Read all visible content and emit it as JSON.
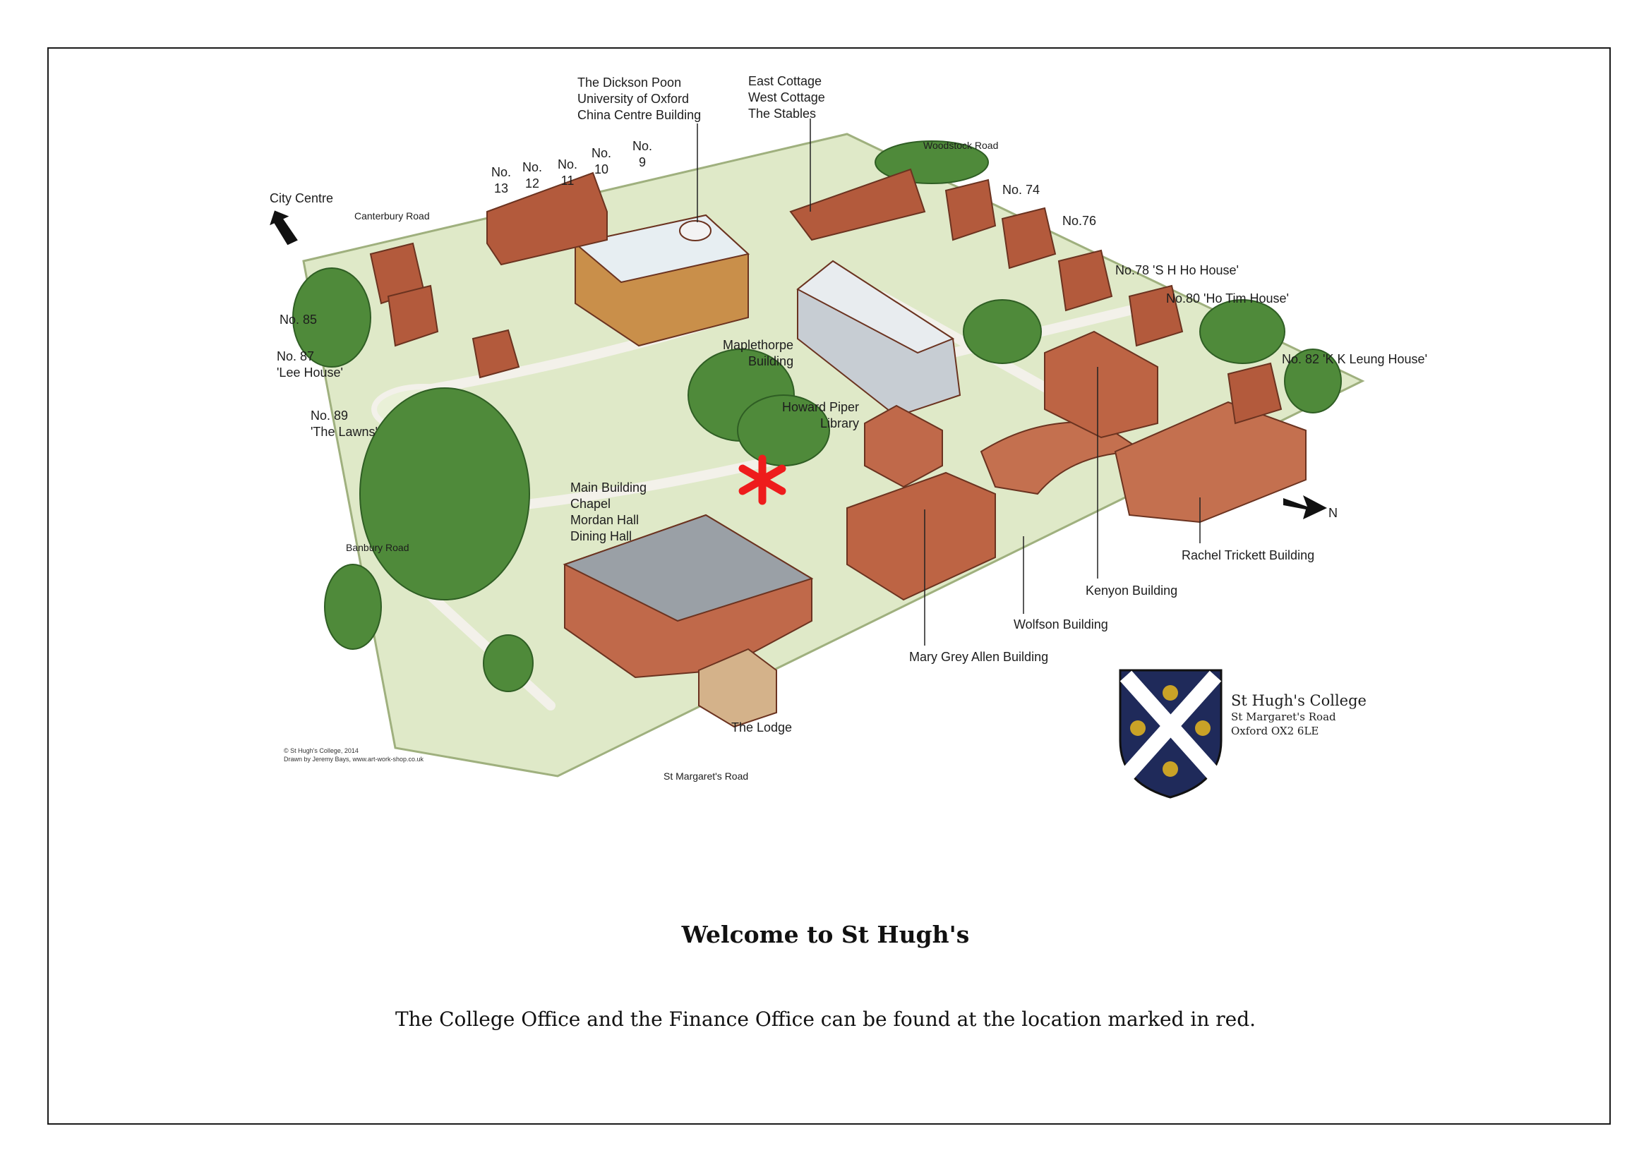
{
  "map": {
    "labels": {
      "china_centre": "The Dickson Poon\nUniversity of Oxford\nChina Centre Building",
      "cottages": "East Cottage\nWest Cottage\nThe Stables",
      "woodstock_road": "Woodstock Road",
      "canterbury_road": "Canterbury Road",
      "city_centre": "City Centre",
      "no13": "No.\n13",
      "no12": "No.\n12",
      "no11": "No.\n11",
      "no10": "No.\n10",
      "no9": "No.\n9",
      "no74": "No. 74",
      "no76": "No.76",
      "no78": "No.78 'S H Ho House'",
      "no80": "No.80 'Ho Tim House'",
      "no82": "No. 82 'K K Leung House'",
      "no85": "No. 85",
      "no87": "No. 87\n'Lee House'",
      "no89": "No. 89\n'The Lawns'",
      "maplethorpe": "Maplethorpe\nBuilding",
      "howard_piper": "Howard Piper\nLibrary",
      "main_building": "Main Building\nChapel\nMordan Hall\nDining Hall",
      "banbury_road": "Banbury Road",
      "north": "N",
      "rachel_trickett": "Rachel Trickett Building",
      "kenyon": "Kenyon Building",
      "wolfson": "Wolfson Building",
      "mary_grey_allen": "Mary Grey Allen Building",
      "lodge": "The Lodge",
      "st_margarets_road": "St Margaret's Road",
      "copyright": "© St Hugh's College, 2014\nDrawn by Jeremy Bays, www.art-work-shop.co.uk"
    },
    "marker_color": "#ee1c1c",
    "icons": [
      "city-centre-arrow-icon",
      "north-arrow-icon",
      "office-marker-asterisk-icon",
      "college-crest-icon"
    ]
  },
  "crest": {
    "name": "St Hugh's College",
    "address_line1": "St Margaret's Road",
    "address_line2": "Oxford  OX2 6LE",
    "colors": {
      "navy": "#1f2a5a",
      "gold": "#c9a227",
      "white": "#ffffff"
    }
  },
  "welcome": "Welcome to St Hugh's",
  "caption": "The College Office and the Finance Office can be found at the location marked in red."
}
